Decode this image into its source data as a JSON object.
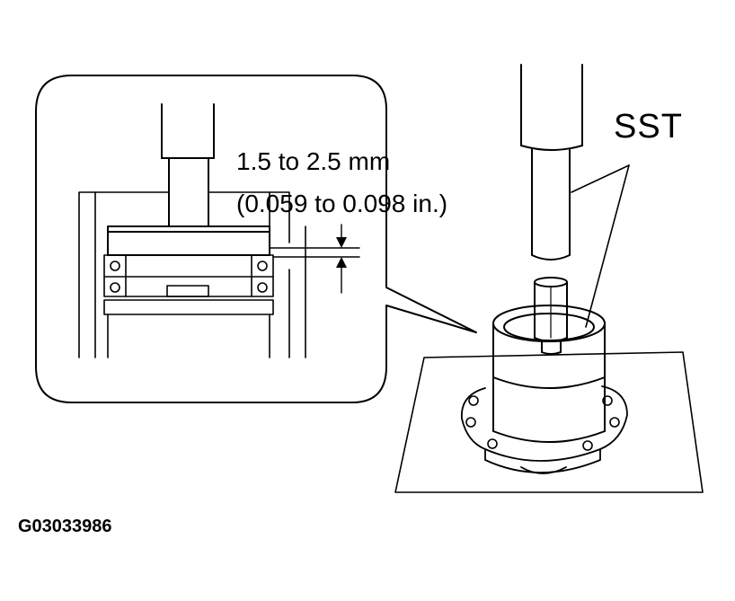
{
  "labels": {
    "tool": "SST",
    "clearance_mm": "1.5 to 2.5 mm",
    "clearance_in": "(0.059 to 0.098 in.)",
    "figure_code": "G03033986"
  }
}
